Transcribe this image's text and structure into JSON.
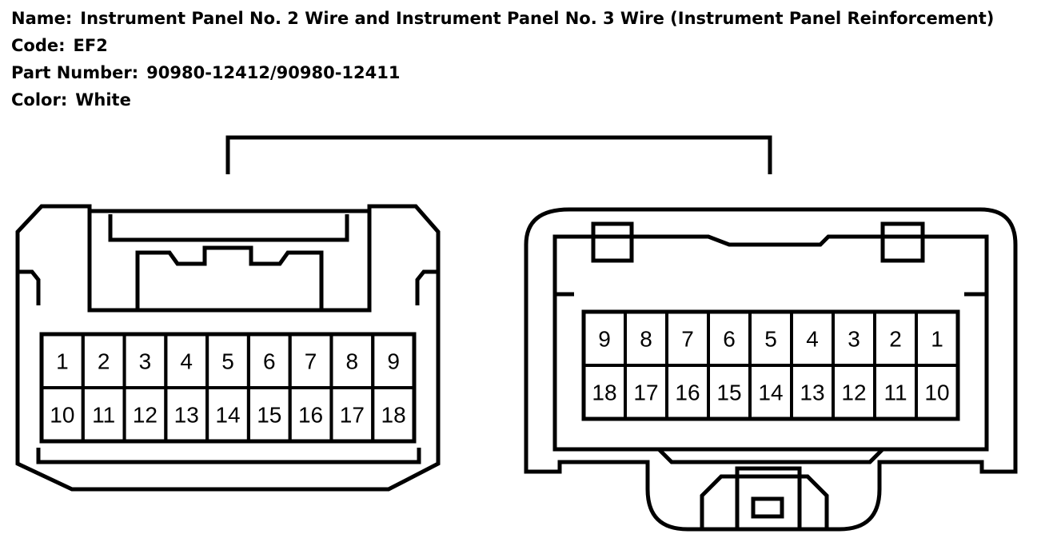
{
  "header": {
    "name_label": "Name:",
    "name_value": "Instrument Panel No. 2 Wire and Instrument Panel No. 3 Wire (Instrument Panel Reinforcement)",
    "code_label": "Code:",
    "code_value": "EF2",
    "part_label": "Part Number:",
    "part_value": "90980-12412/90980-12411",
    "color_label": "Color:",
    "color_value": "White"
  },
  "connectors": [
    {
      "view": "left",
      "pins_top_row": [
        "1",
        "2",
        "3",
        "4",
        "5",
        "6",
        "7",
        "8",
        "9"
      ],
      "pins_bottom_row": [
        "10",
        "11",
        "12",
        "13",
        "14",
        "15",
        "16",
        "17",
        "18"
      ]
    },
    {
      "view": "right",
      "pins_top_row": [
        "9",
        "8",
        "7",
        "6",
        "5",
        "4",
        "3",
        "2",
        "1"
      ],
      "pins_bottom_row": [
        "18",
        "17",
        "16",
        "15",
        "14",
        "13",
        "12",
        "11",
        "10"
      ]
    }
  ]
}
